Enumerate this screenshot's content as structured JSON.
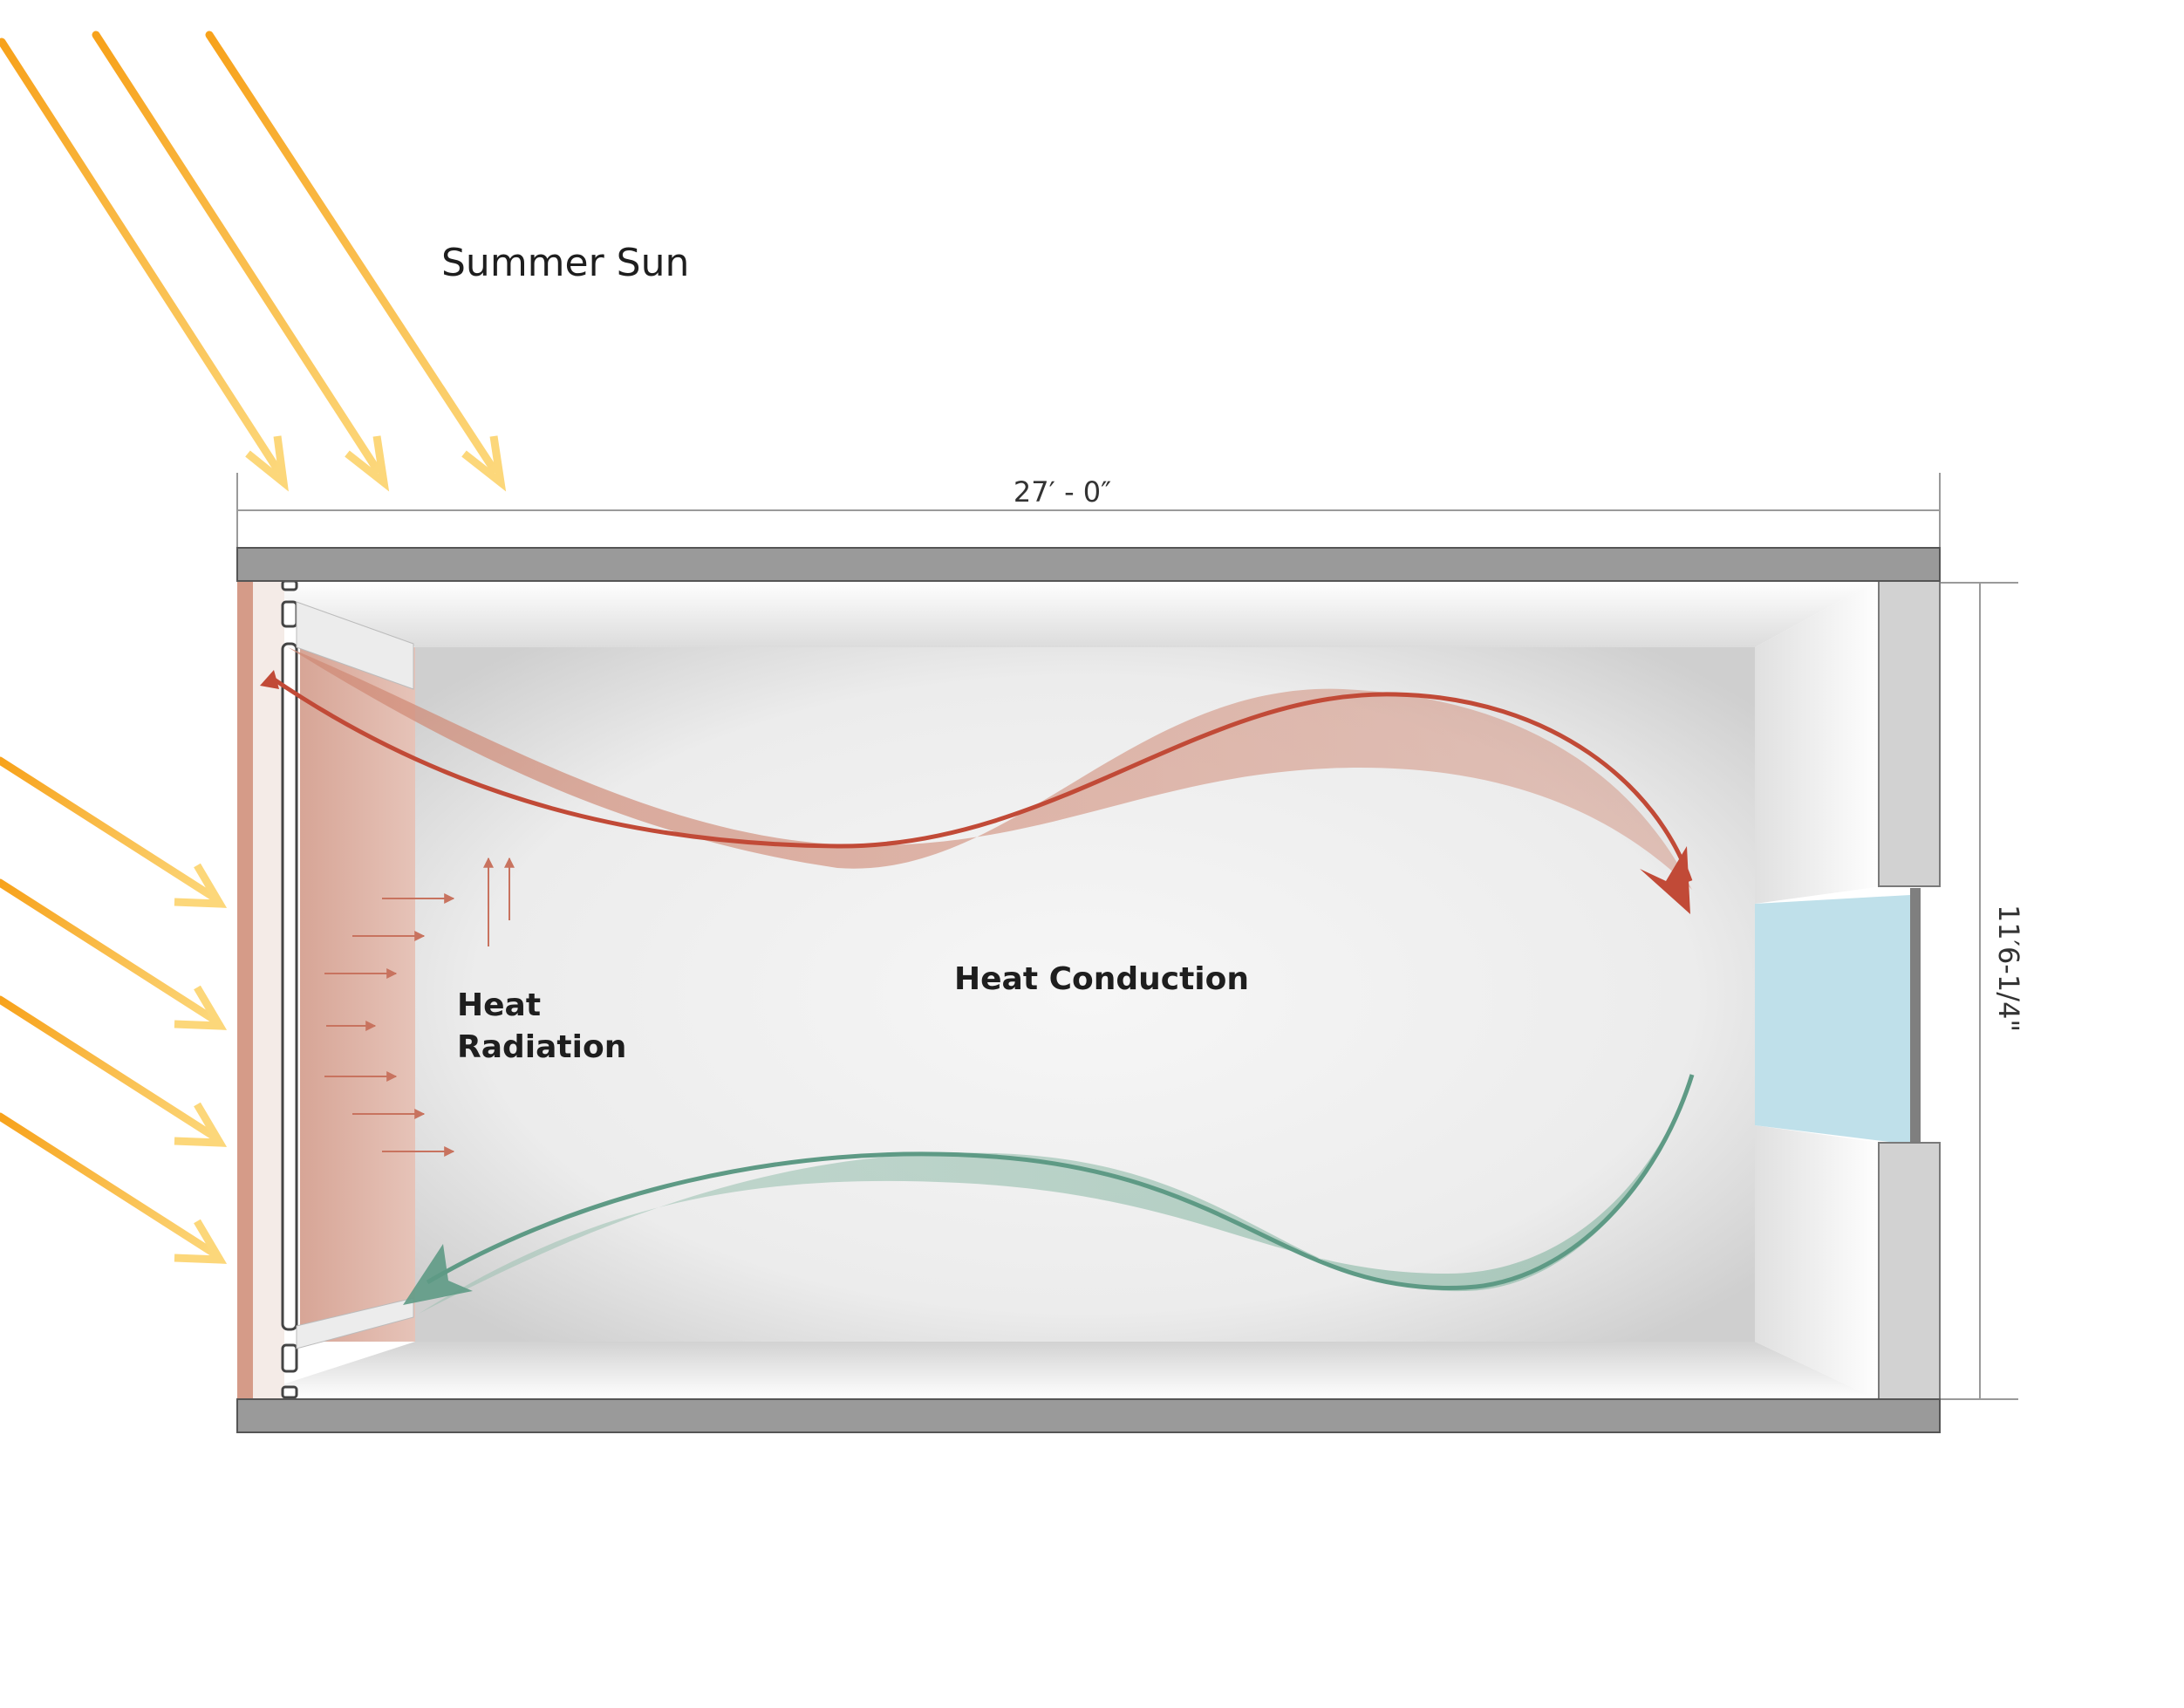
{
  "labels": {
    "sun": "Summer Sun",
    "conduction": "Heat Conduction",
    "radiation_line1": "Heat",
    "radiation_line2": "Radiation"
  },
  "dimensions": {
    "width": "27′ - 0″",
    "height": "11′6-1/4\""
  },
  "colors": {
    "sun_ray": "#f7a21b",
    "warm_flow": "#c14a37",
    "cool_flow": "#5e9a85",
    "wall": "#9a9a9a",
    "glass": "#bfe0ea"
  }
}
